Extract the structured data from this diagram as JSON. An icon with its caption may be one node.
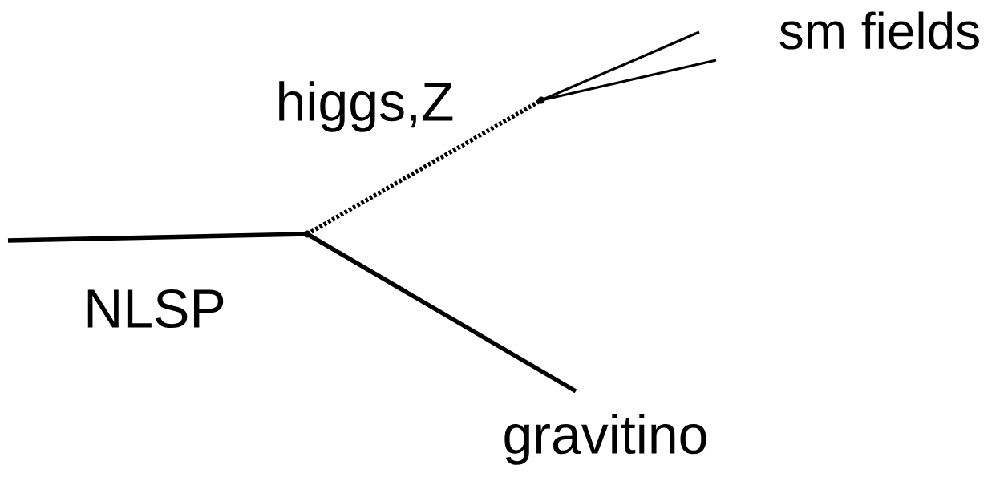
{
  "diagram": {
    "nodes": [
      {
        "text": [],
        "shape": "point"
      },
      {
        "text": [],
        "shape": "point"
      }
    ],
    "edges": [
      {
        "from": null,
        "to": 0,
        "arrow": "none",
        "label": "NLSP"
      },
      {
        "from": 0,
        "to": 1,
        "arrow": "none",
        "label": "higgs,Z",
        "style": "dashed"
      },
      {
        "from": 0,
        "to": null,
        "arrow": "none",
        "label": "gravitino"
      },
      {
        "from": 1,
        "to": null,
        "arrow": "none"
      },
      {
        "from": 1,
        "to": null,
        "arrow": "none"
      }
    ],
    "labels": [
      "sm fields"
    ]
  }
}
